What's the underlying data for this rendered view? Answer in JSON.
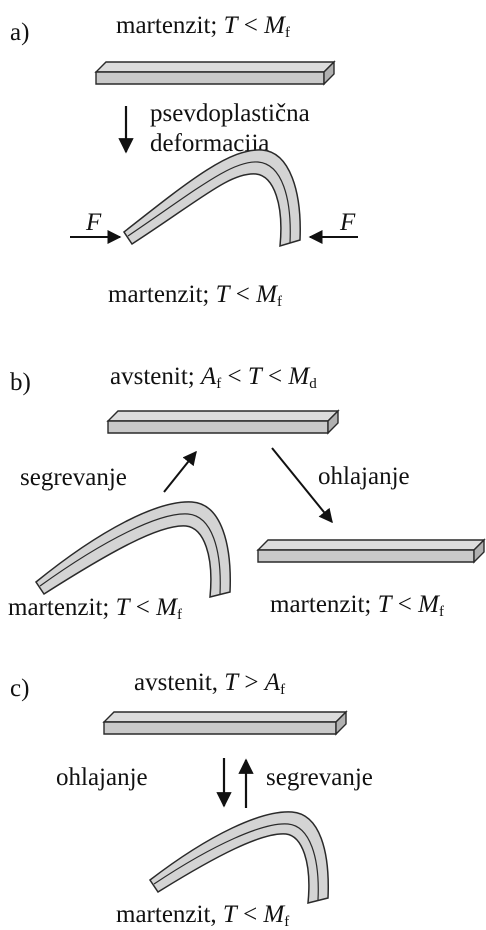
{
  "colors": {
    "plate_top": "#dcdcdc",
    "plate_side": "#bdbdbd",
    "outline": "#2a2a2a",
    "arrow": "#111111",
    "text": "#111111"
  },
  "panels": {
    "a": {
      "tag": "a)",
      "top_state": {
        "phase": "martenzit;",
        "T": "T",
        "op": "<",
        "M": "M",
        "sub": "f"
      },
      "process": {
        "line1": "psevdoplastična",
        "line2": "deformacija"
      },
      "force": "F",
      "bottom_state": {
        "phase": "martenzit;",
        "T": "T",
        "op": "<",
        "M": "M",
        "sub": "f"
      }
    },
    "b": {
      "tag": "b)",
      "top_state": {
        "phase": "avstenit;",
        "A": "A",
        "sub_a": "f",
        "op1": "<",
        "T": "T",
        "op2": "<",
        "M": "M",
        "sub_m": "d"
      },
      "heating": "segrevanje",
      "cooling": "ohlajanje",
      "left_state": {
        "phase": "martenzit;",
        "T": "T",
        "op": "<",
        "M": "M",
        "sub": "f"
      },
      "right_state": {
        "phase": "martenzit;",
        "T": "T",
        "op": "<",
        "M": "M",
        "sub": "f"
      }
    },
    "c": {
      "tag": "c)",
      "top_state": {
        "phase": "avstenit,",
        "T": "T",
        "op": ">",
        "A": "A",
        "sub": "f"
      },
      "cooling": "ohlajanje",
      "heating": "segrevanje",
      "bottom_state": {
        "phase": "martenzit,",
        "T": "T",
        "op": "<",
        "M": "M",
        "sub": "f"
      }
    }
  }
}
